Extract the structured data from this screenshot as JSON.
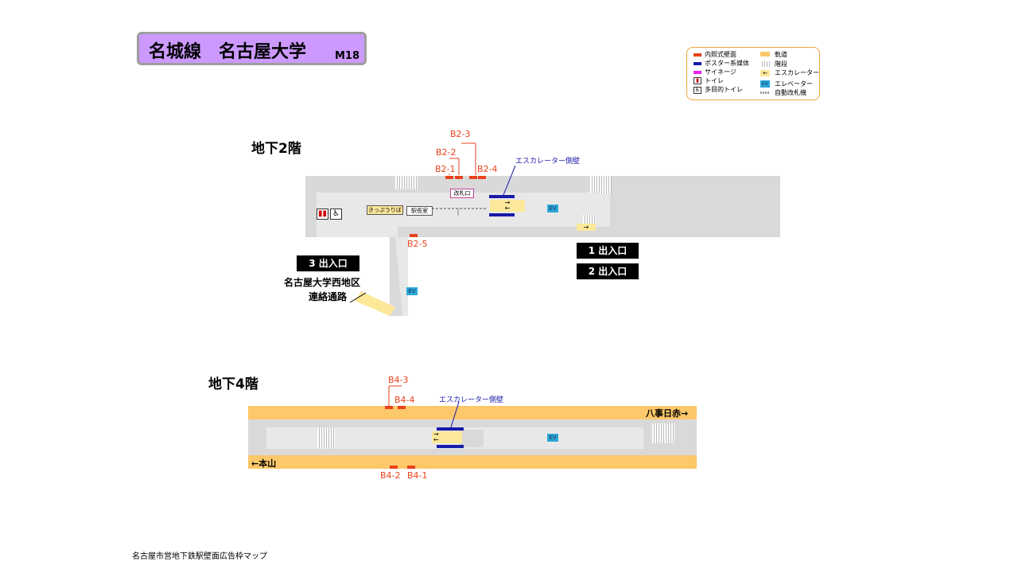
{
  "header": {
    "line_station": "名城線　名古屋大学",
    "code": "M18"
  },
  "legend": {
    "items": [
      {
        "label": "内照式壁面",
        "color": "#e8431c",
        "icon": "wall-ad-swatch"
      },
      {
        "label": "ポスター系媒体",
        "color": "#1a1aa8",
        "icon": "poster-swatch"
      },
      {
        "label": "サイネージ",
        "color": "#ee22ee",
        "icon": "signage-swatch"
      },
      {
        "label": "トイレ",
        "icon": "toilet-icon"
      },
      {
        "label": "多目的トイレ",
        "icon": "accessible-toilet-icon"
      },
      {
        "label": "軌道",
        "color": "#fcc86a",
        "icon": "track-swatch"
      },
      {
        "label": "階段",
        "icon": "stairs-icon"
      },
      {
        "label": "エスカレーター",
        "icon": "escalator-icon"
      },
      {
        "label": "エレベーター",
        "icon": "elevator-icon"
      },
      {
        "label": "自動改札機",
        "icon": "ticket-gate-icon"
      }
    ],
    "ev_badge": "EV"
  },
  "floor_b2": {
    "label": "地下2階",
    "ads": [
      "B2-1",
      "B2-2",
      "B2-3",
      "B2-4",
      "B2-5"
    ],
    "escalator_note": "エスカレーター側壁",
    "ticket_gate": "改札口",
    "ticket_office": "きっぷうりば",
    "station_master": "駅長室",
    "ev": "EV",
    "exits": [
      "3 出入口",
      "1 出入口",
      "2 出入口"
    ],
    "connector_line1": "名古屋大学西地区",
    "connector_line2": "連絡通路"
  },
  "floor_b4": {
    "label": "地下4階",
    "ads": [
      "B4-1",
      "B4-2",
      "B4-3",
      "B4-4"
    ],
    "escalator_note": "エスカレーター側壁",
    "ev": "EV",
    "direction_right": "八事日赤→",
    "direction_left": "←本山"
  },
  "footer": "名古屋市営地下鉄駅壁面広告枠マップ"
}
